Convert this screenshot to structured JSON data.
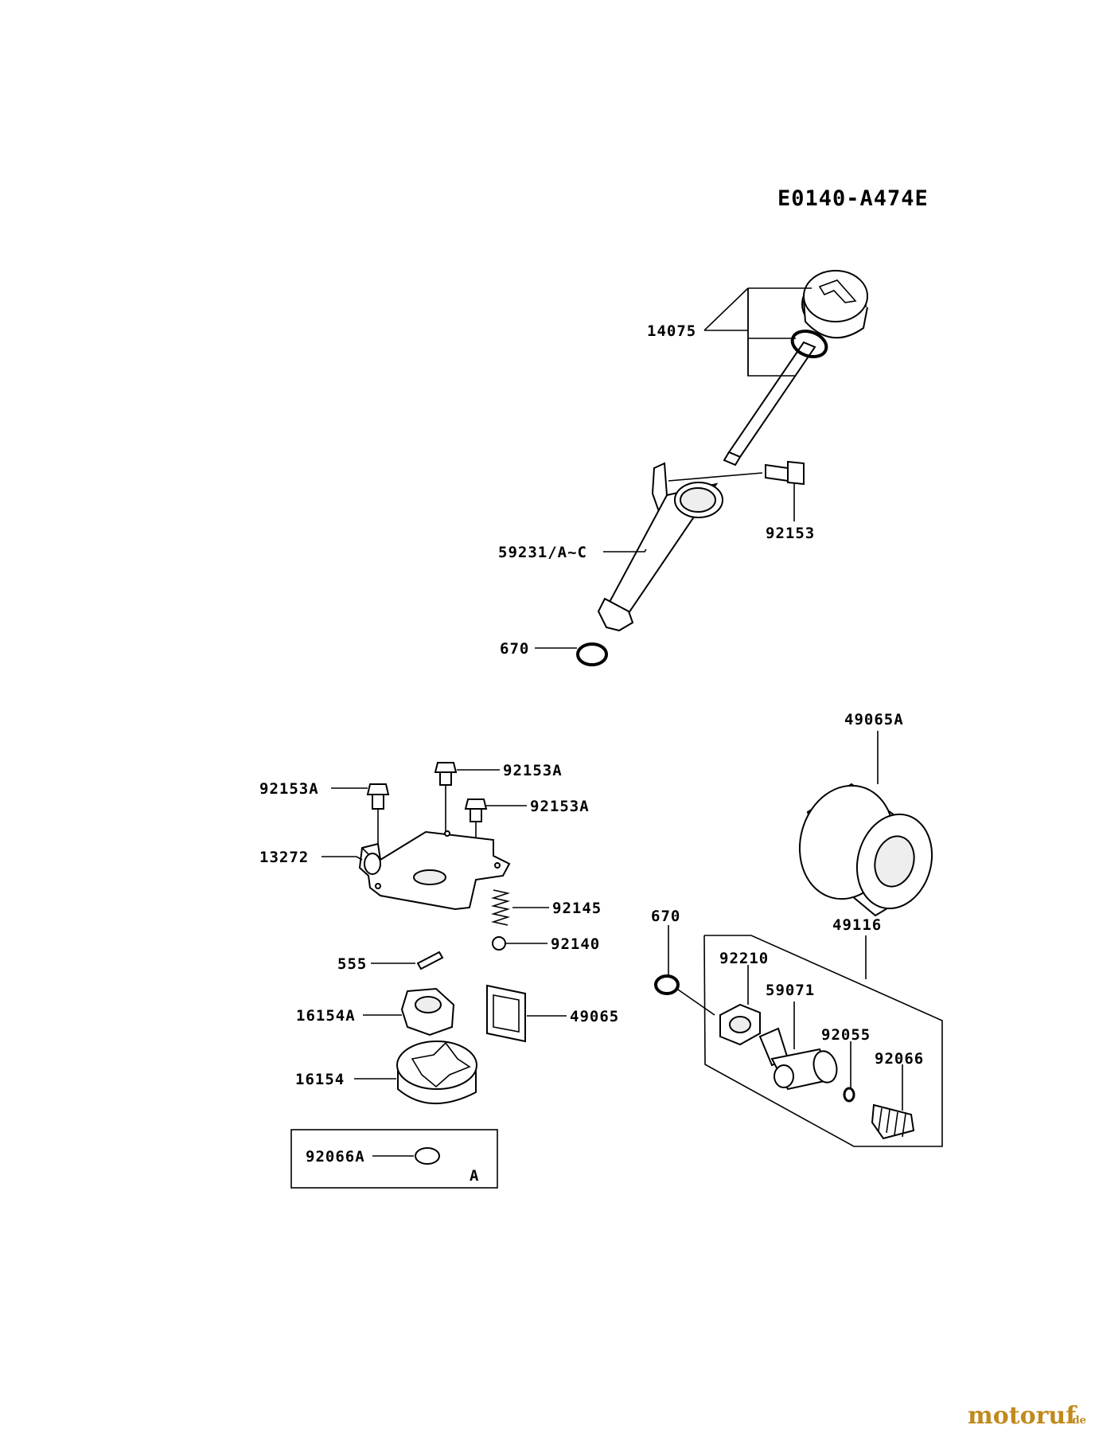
{
  "diagram_code": "E0140-A474E",
  "callouts": {
    "c14075": "14075",
    "c92153": "92153",
    "c59231": "59231/A~C",
    "c670_top": "670",
    "c49065A": "49065A",
    "c92153A_1": "92153A",
    "c92153A_2": "92153A",
    "c92153A_3": "92153A",
    "c13272": "13272",
    "c92145": "92145",
    "c92140": "92140",
    "c555": "555",
    "c16154A": "16154A",
    "c49065": "49065",
    "c16154": "16154",
    "c670_mid": "670",
    "c49116": "49116",
    "c92210": "92210",
    "c59071": "59071",
    "c92055": "92055",
    "c92066": "92066",
    "c92066A": "92066A",
    "box_letter": "A"
  },
  "watermark": {
    "brand": "motoruf",
    "suffix": ".de"
  },
  "colors": {
    "line": "#000000",
    "background": "#ffffff",
    "watermark": "#c08a1c"
  }
}
